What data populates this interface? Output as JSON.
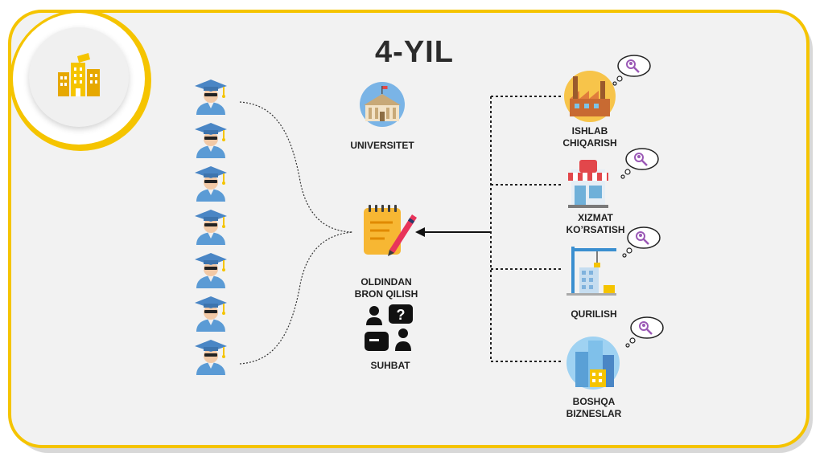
{
  "title": "4-YIL",
  "center": {
    "university": "UNIVERSITET",
    "booking_line1": "OLDINDAN",
    "booking_line2": "BRON QILISH",
    "interview": "SUHBAT"
  },
  "right": {
    "ishlab_line1": "ISHLAB",
    "ishlab_line2": "CHIQARISH",
    "xizmat_line1": "XIZMAT",
    "xizmat_line2": "KO’RSATISH",
    "qurilish": "QURILISH",
    "boshqa_line1": "BOSHQA",
    "boshqa_line2": "BIZNESLAR"
  },
  "graduates_count": 7,
  "colors": {
    "accent": "#f5c400",
    "gown": "#5b9bd5",
    "cap": "#4a86c5",
    "tassel": "#f5c400"
  },
  "icons": {
    "logo": "city-buildings-icon",
    "graduate": "graduate-icon",
    "university": "university-building-icon",
    "booking": "notepad-pen-icon",
    "interview": "interview-chat-icon",
    "factory": "factory-icon",
    "shop": "shop-icon",
    "construction": "construction-crane-icon",
    "skyscrapers": "skyscrapers-icon",
    "thought": "thought-bubble-icon"
  }
}
